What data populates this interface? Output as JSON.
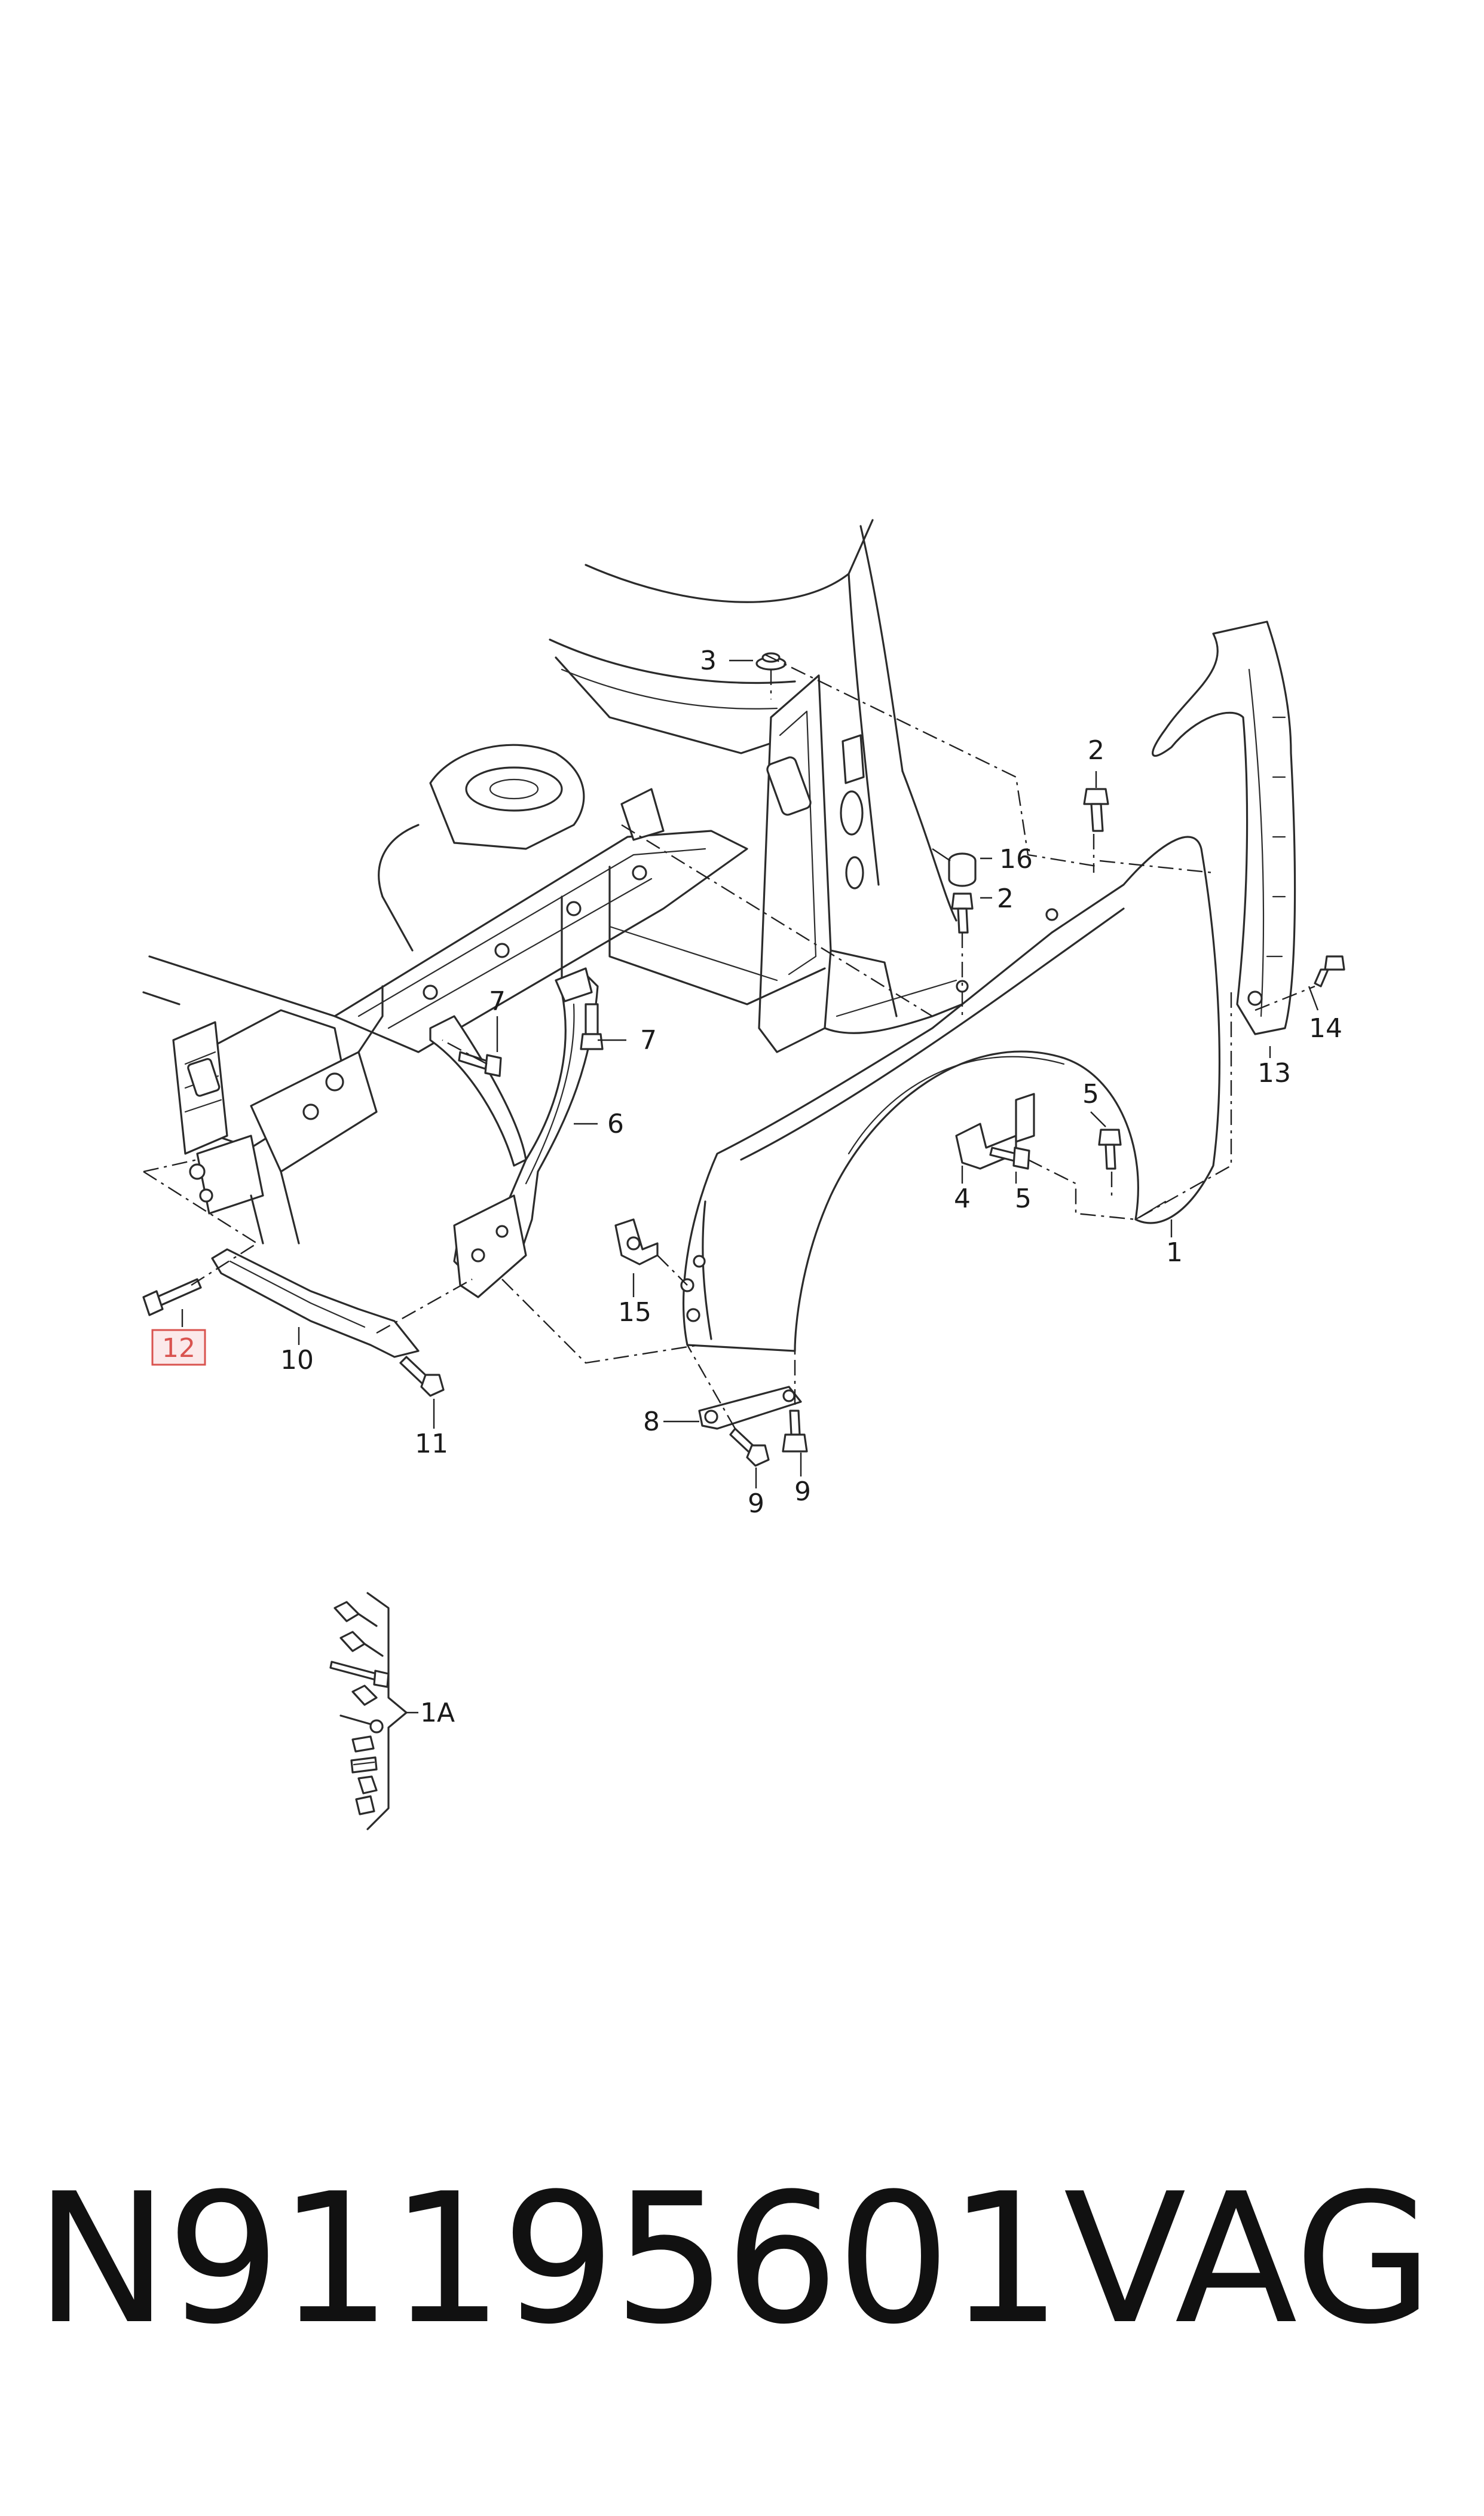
{
  "callouts": {
    "c1": "1",
    "c1a": "1A",
    "c2a": "2",
    "c2b": "2",
    "c3": "3",
    "c4": "4",
    "c5a": "5",
    "c5b": "5",
    "c6": "6",
    "c7a": "7",
    "c7b": "7",
    "c8": "8",
    "c9a": "9",
    "c9b": "9",
    "c10": "10",
    "c11": "11",
    "c12": "12",
    "c13": "13",
    "c14": "14",
    "c15": "15",
    "c16": "16"
  },
  "highlighted_callout": "12",
  "footer": {
    "part_number": "N91195601",
    "brand": "VAG"
  },
  "colors": {
    "line": "#2b2b2b",
    "highlight_border": "#d9534f",
    "highlight_fill": "#fbe9ea"
  }
}
